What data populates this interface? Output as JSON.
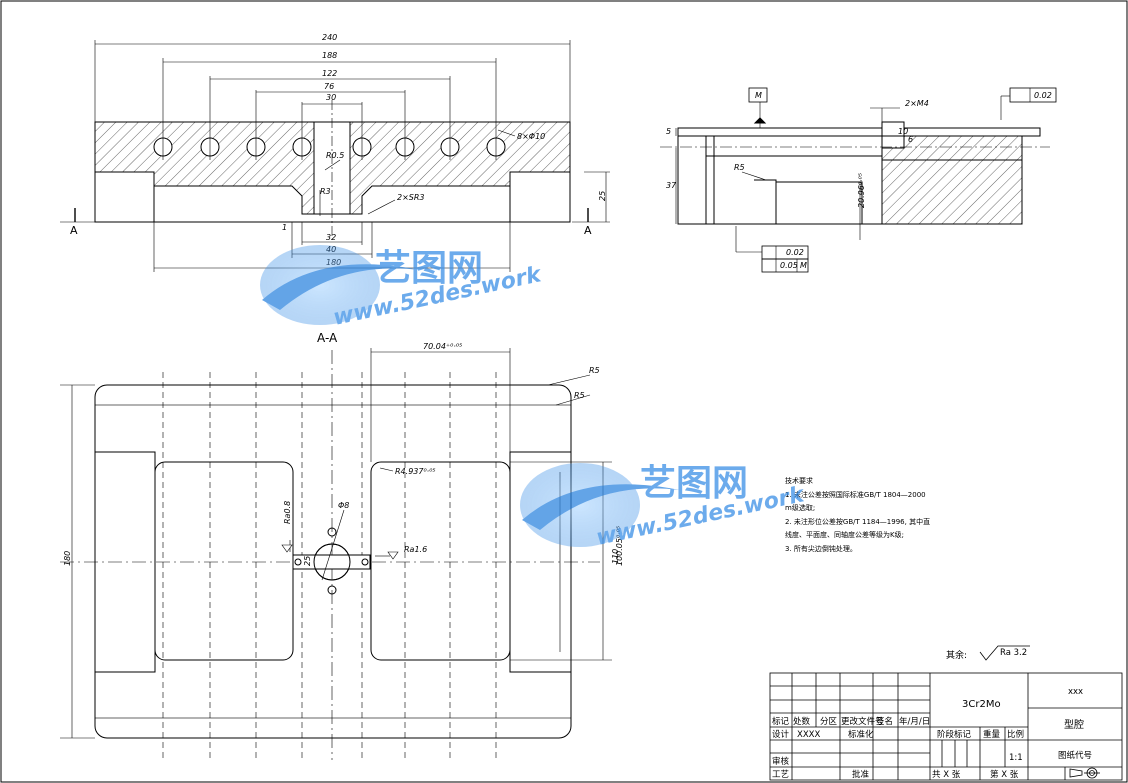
{
  "top_view_dims": {
    "overall_width": "240",
    "pin_span_outer": "188",
    "pin_span_mid": "122",
    "pin_span_inner": "76",
    "center_slot": "30",
    "hole_callout": "8×Φ10",
    "radius_05": "R0.5",
    "radius_3": "R3",
    "radius_2sr3": "2×SR3",
    "height_25": "25",
    "depth_1": "1",
    "slot_32": "32",
    "slot_40": "40",
    "bottom_180": "180",
    "section_letter_left": "A",
    "section_letter_right": "A",
    "section_label": "A-A"
  },
  "side_view_dims": {
    "thread_callout": "2×M4",
    "datum_m": "M",
    "flatness_value": "0.02",
    "thickness_5": "5",
    "height_37": "37",
    "radius_r5": "R5",
    "depth_value": "20.96⁰·⁰⁵",
    "tol_flatness": "0.02",
    "tol_parallel": "0.05",
    "tol_datum": "M",
    "dim_small_a": "10",
    "dim_small_b": "6"
  },
  "plan_view_dims": {
    "overall_height": "180",
    "cavity_width": "70.04⁺⁰·⁰⁵",
    "cavity_radius": "R4.937⁰·⁰⁵",
    "corner_r5_a": "R5",
    "corner_r5_b": "R5",
    "hole_phi8": "Φ8",
    "roughness_left": "Ra0.8",
    "roughness_mid": "Ra1.6",
    "dim_25": "25",
    "dim_right_100": "100.05⁰·⁰⁵",
    "dim_right_110": "110"
  },
  "tech_notes": {
    "title": "技术要求",
    "line1": "1. 未注公差按照国际标准GB/T 1804—2000",
    "line1b": "m级选取;",
    "line2": "2. 未注形位公差按GB/T 1184—1996, 其中直",
    "line2b": "线度、平面度、同轴度公差等级为K级;",
    "line3": "3. 所有尖边倒钝处理。"
  },
  "surface_finish": {
    "label": "其余:",
    "value": "Ra 3.2"
  },
  "title_block": {
    "h_mark": "标记",
    "h_count": "处数",
    "h_zone": "分区",
    "h_change_doc": "更改文件号",
    "h_sign": "签名",
    "h_date": "年/月/日",
    "design_label": "设计",
    "design_value": "XXXX",
    "standard_label": "标准化",
    "review_label": "审核",
    "process_label": "工艺",
    "approve_label": "批准",
    "material": "3Cr2Mo",
    "stage_label": "阶段标记",
    "weight_label": "重量",
    "scale_label": "比例",
    "scale_value": "1:1",
    "total_sheets": "共  X  张",
    "sheet_no": "第  X  张",
    "company": "xxx",
    "part_name": "型腔",
    "drawing_no_label": "图纸代号"
  },
  "watermark": {
    "brand": "艺图网",
    "url": "www.52des.work"
  }
}
